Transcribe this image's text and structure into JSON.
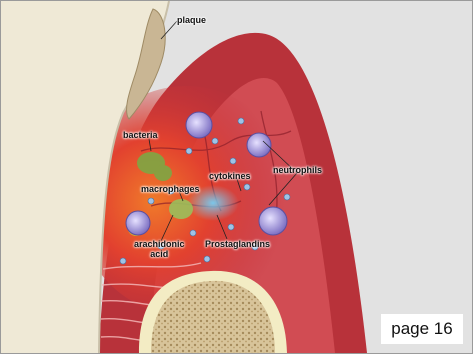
{
  "labels": {
    "plaque": "plaque",
    "bacteria": "bacteria",
    "macrophages": "macrophages",
    "cytokines": "cytokines",
    "neutrophils": "neutrophils",
    "arachidonic_line1": "arachidonic",
    "arachidonic_line2": "acid",
    "prostaglandins": "Prostaglandins"
  },
  "page_tag": "page 16",
  "colors": {
    "background": "#e2e2e2",
    "gum_outer": "#b8323a",
    "gum_inner": "#d9555c",
    "inflamed": "#e2412f",
    "tooth": "#efe9d6",
    "plaque": "#c9b694",
    "bone": "#d8c49a",
    "cell": "#8a7fc9",
    "bacteria": "#7ea744"
  }
}
